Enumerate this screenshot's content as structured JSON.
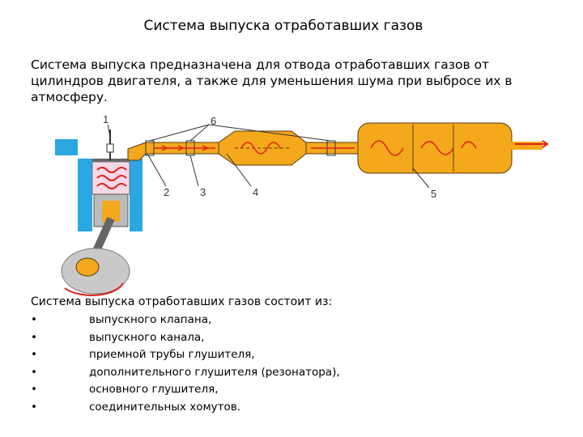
{
  "title": "Система выпуска отработавших газов",
  "intro": "Система выпуска предназначена для отвода отработавших газов от цилиндров двигателя, а также для уменьшения шума при выбросе их в атмосферу.",
  "diagram": {
    "labels": [
      "1",
      "2",
      "3",
      "4",
      "5",
      "6"
    ],
    "colors": {
      "pipe": "#f4a81c",
      "outline": "#5a3a10",
      "cylinder": "#cfcfcf",
      "water": "#2aa6e0",
      "flow": "#e0201a"
    }
  },
  "list_title": "Система выпуска отработавших газов  состоит из:",
  "bullet": "•",
  "items": [
    "выпускного клапана,",
    "выпускного канала,",
    "приемной трубы глушителя,",
    "дополнительного глушителя (резонатора),",
    "основного глушителя,",
    "соединительных хомутов."
  ]
}
